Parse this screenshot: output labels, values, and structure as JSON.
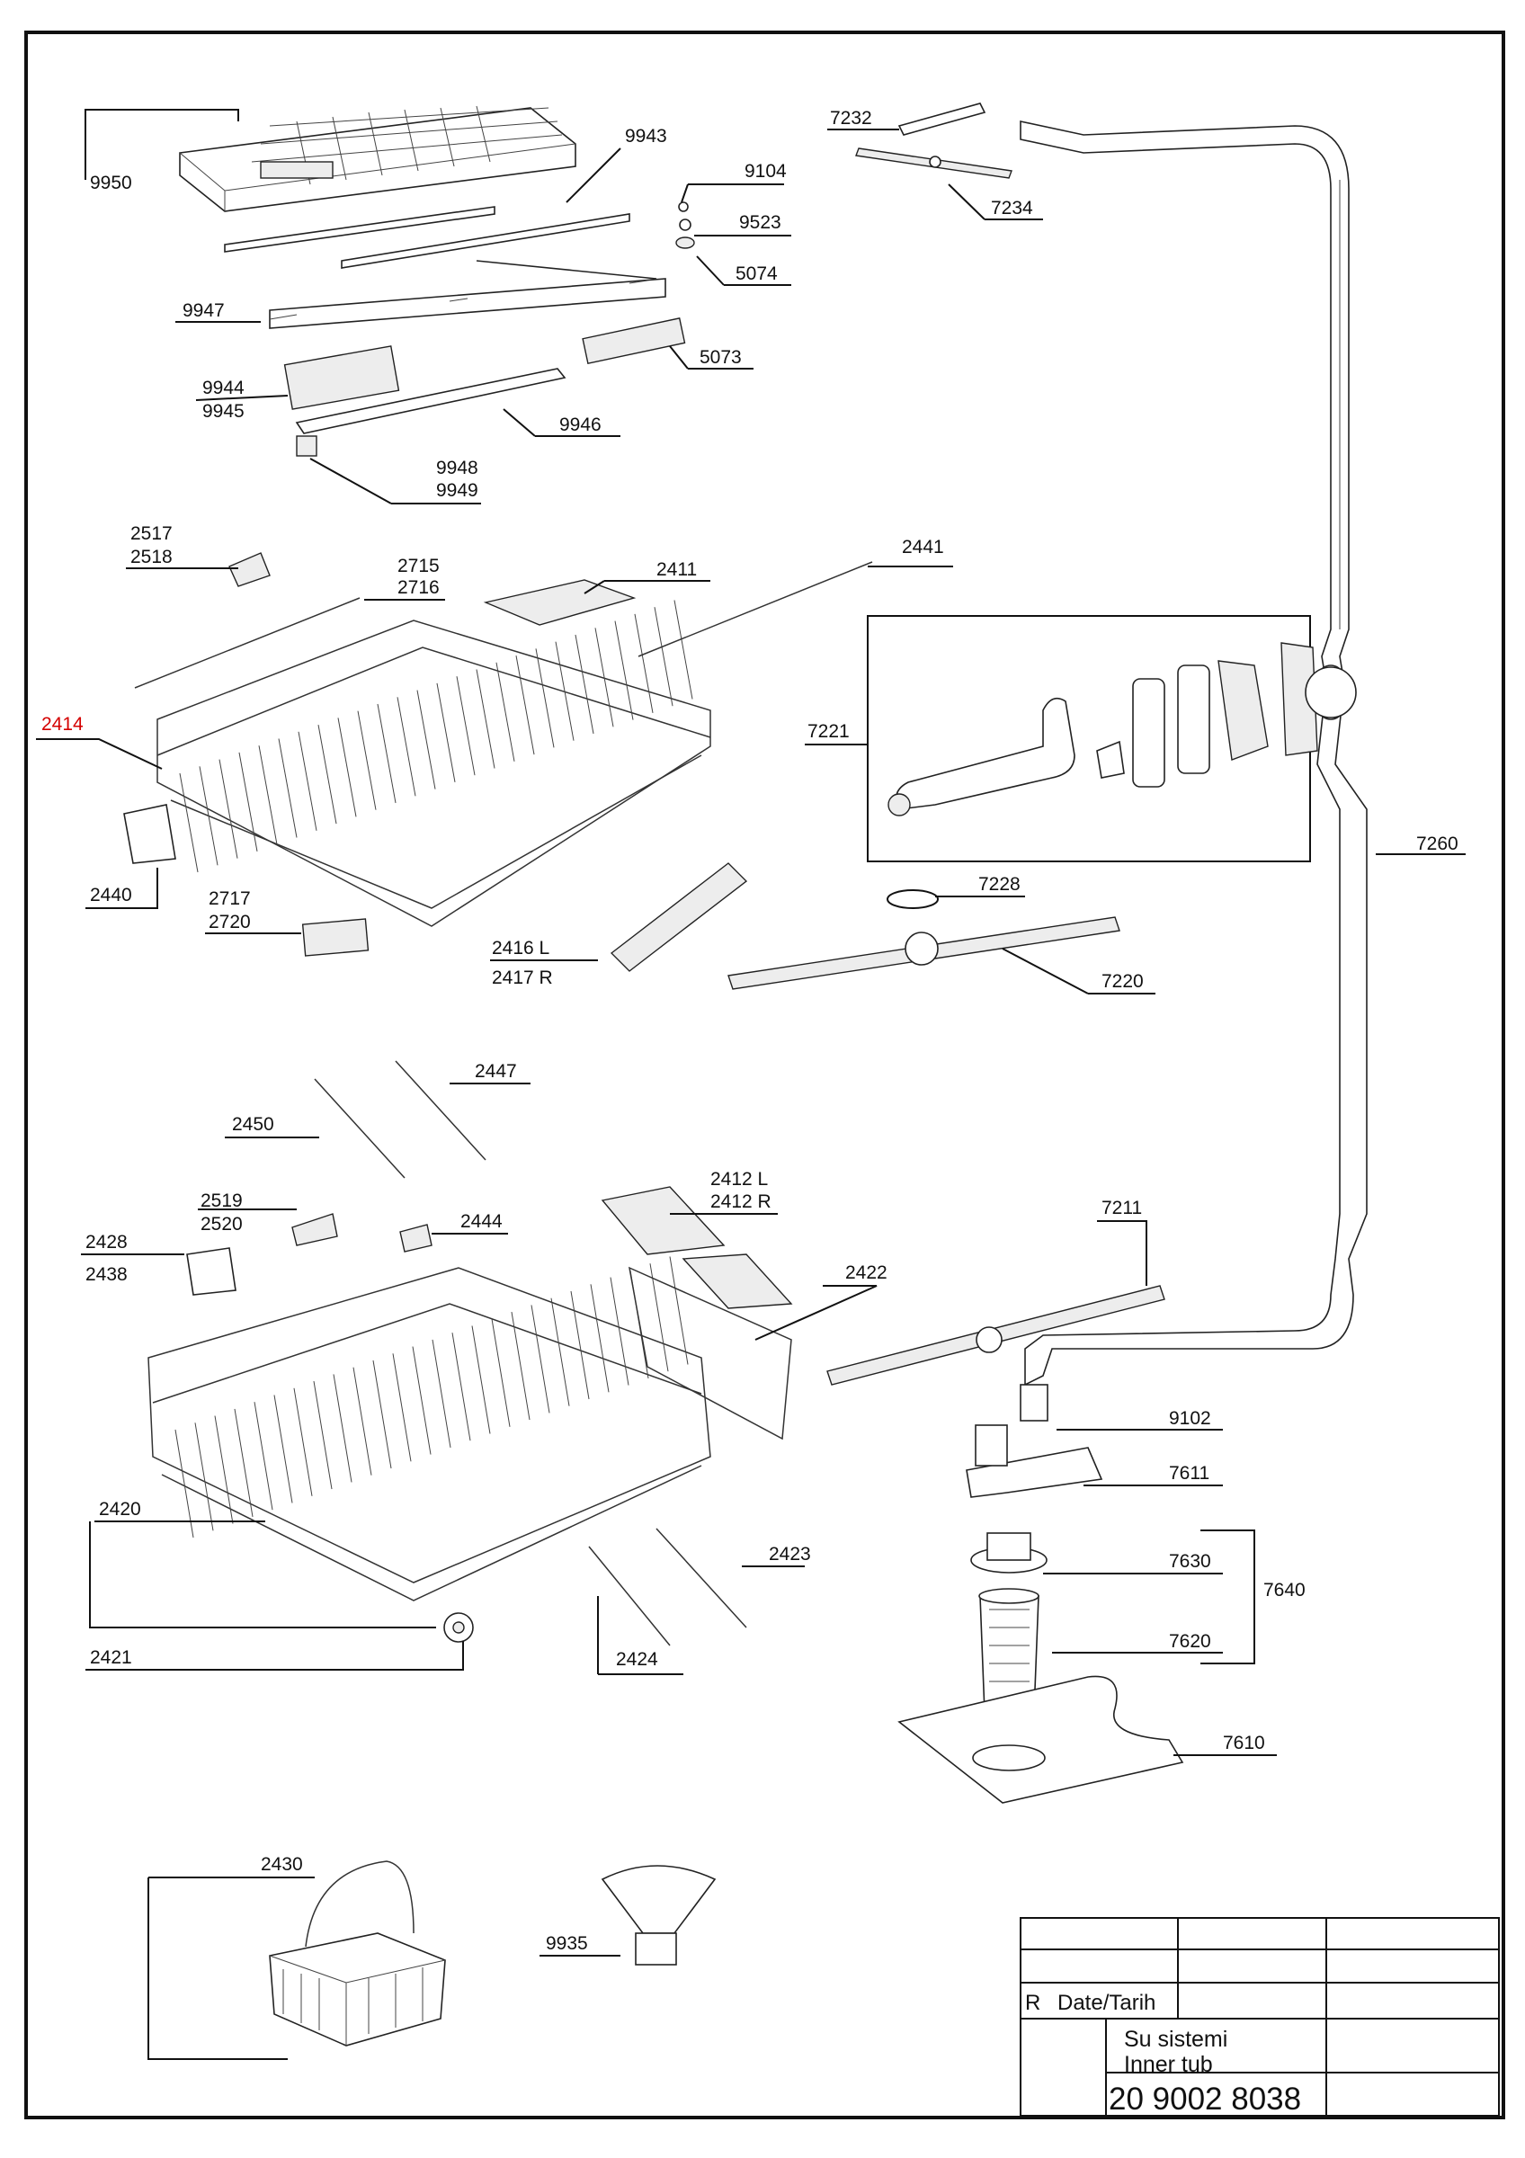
{
  "title_block": {
    "revision_label": "R",
    "date_label": "Date/Tarih",
    "system_name_tr": "Su sistemi",
    "system_name_en": "Inner tub",
    "drawing_number": "20 9002 8038"
  },
  "part_labels": [
    {
      "id": "9950",
      "text": "9950"
    },
    {
      "id": "9943",
      "text": "9943"
    },
    {
      "id": "9947",
      "text": "9947"
    },
    {
      "id": "9944",
      "text": "9944"
    },
    {
      "id": "9945",
      "text": "9945"
    },
    {
      "id": "9946",
      "text": "9946"
    },
    {
      "id": "9948",
      "text": "9948"
    },
    {
      "id": "9949",
      "text": "9949"
    },
    {
      "id": "9104",
      "text": "9104"
    },
    {
      "id": "9523",
      "text": "9523"
    },
    {
      "id": "5074",
      "text": "5074"
    },
    {
      "id": "5073",
      "text": "5073"
    },
    {
      "id": "7232",
      "text": "7232"
    },
    {
      "id": "7234",
      "text": "7234"
    },
    {
      "id": "2517",
      "text": "2517"
    },
    {
      "id": "2518",
      "text": "2518"
    },
    {
      "id": "2715",
      "text": "2715"
    },
    {
      "id": "2716",
      "text": "2716"
    },
    {
      "id": "2411",
      "text": "2411"
    },
    {
      "id": "2441",
      "text": "2441"
    },
    {
      "id": "2414",
      "text": "2414",
      "highlight": true
    },
    {
      "id": "7221",
      "text": "7221"
    },
    {
      "id": "7260",
      "text": "7260"
    },
    {
      "id": "2440",
      "text": "2440"
    },
    {
      "id": "2717",
      "text": "2717"
    },
    {
      "id": "2720",
      "text": "2720"
    },
    {
      "id": "7228",
      "text": "7228"
    },
    {
      "id": "2416L",
      "text": "2416 L"
    },
    {
      "id": "2417R",
      "text": "2417 R"
    },
    {
      "id": "7220",
      "text": "7220"
    },
    {
      "id": "2447",
      "text": "2447"
    },
    {
      "id": "2450",
      "text": "2450"
    },
    {
      "id": "2412L",
      "text": "2412 L"
    },
    {
      "id": "2412R",
      "text": "2412 R"
    },
    {
      "id": "2519",
      "text": "2519"
    },
    {
      "id": "2520",
      "text": "2520"
    },
    {
      "id": "2444",
      "text": "2444"
    },
    {
      "id": "7211",
      "text": "7211"
    },
    {
      "id": "2428",
      "text": "2428"
    },
    {
      "id": "2438",
      "text": "2438"
    },
    {
      "id": "2422",
      "text": "2422"
    },
    {
      "id": "9102",
      "text": "9102"
    },
    {
      "id": "7611",
      "text": "7611"
    },
    {
      "id": "2420",
      "text": "2420"
    },
    {
      "id": "2423",
      "text": "2423"
    },
    {
      "id": "7630",
      "text": "7630"
    },
    {
      "id": "7640",
      "text": "7640"
    },
    {
      "id": "7620",
      "text": "7620"
    },
    {
      "id": "2421",
      "text": "2421"
    },
    {
      "id": "2424",
      "text": "2424"
    },
    {
      "id": "7610",
      "text": "7610"
    },
    {
      "id": "2430",
      "text": "2430"
    },
    {
      "id": "9935",
      "text": "9935"
    }
  ],
  "colors": {
    "line": "#111111",
    "highlight": "#d40000",
    "background": "#ffffff"
  }
}
